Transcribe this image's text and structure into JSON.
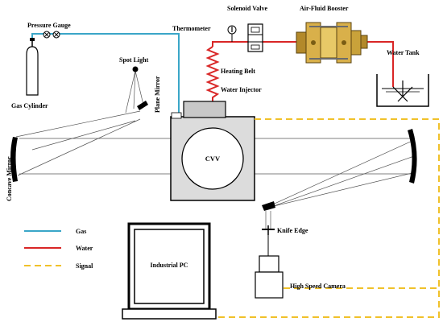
{
  "labels": {
    "pressure_gauge": "Pressure Gauge",
    "thermometer": "Thermometer",
    "solenoid_valve": "Solenoid Valve",
    "air_fluid_booster": "Air-Fluid Booster",
    "water_tank": "Water Tank",
    "spot_light": "Spot Light",
    "heating_belt": "Heating Belt",
    "water_injector": "Water Injector",
    "gas_cylinder": "Gas Cylinder",
    "plane_mirror": "Plane Mirror",
    "concave_mirror": "Concave Mirror",
    "cvv": "CVV",
    "knife_edge": "Knife Edge",
    "industrial_pc": "Industrial PC",
    "high_speed_camera": "High Speed Camera"
  },
  "legend": [
    {
      "label": "Gas",
      "color": "#3aa6c8",
      "style": "solid"
    },
    {
      "label": "Water",
      "color": "#d92626",
      "style": "solid"
    },
    {
      "label": "Signal",
      "color": "#f0c12a",
      "style": "dashed"
    }
  ],
  "colors": {
    "gas": "#3aa6c8",
    "water": "#d92626",
    "signal": "#f0c12a",
    "booster_brass": "#c9a23a"
  }
}
